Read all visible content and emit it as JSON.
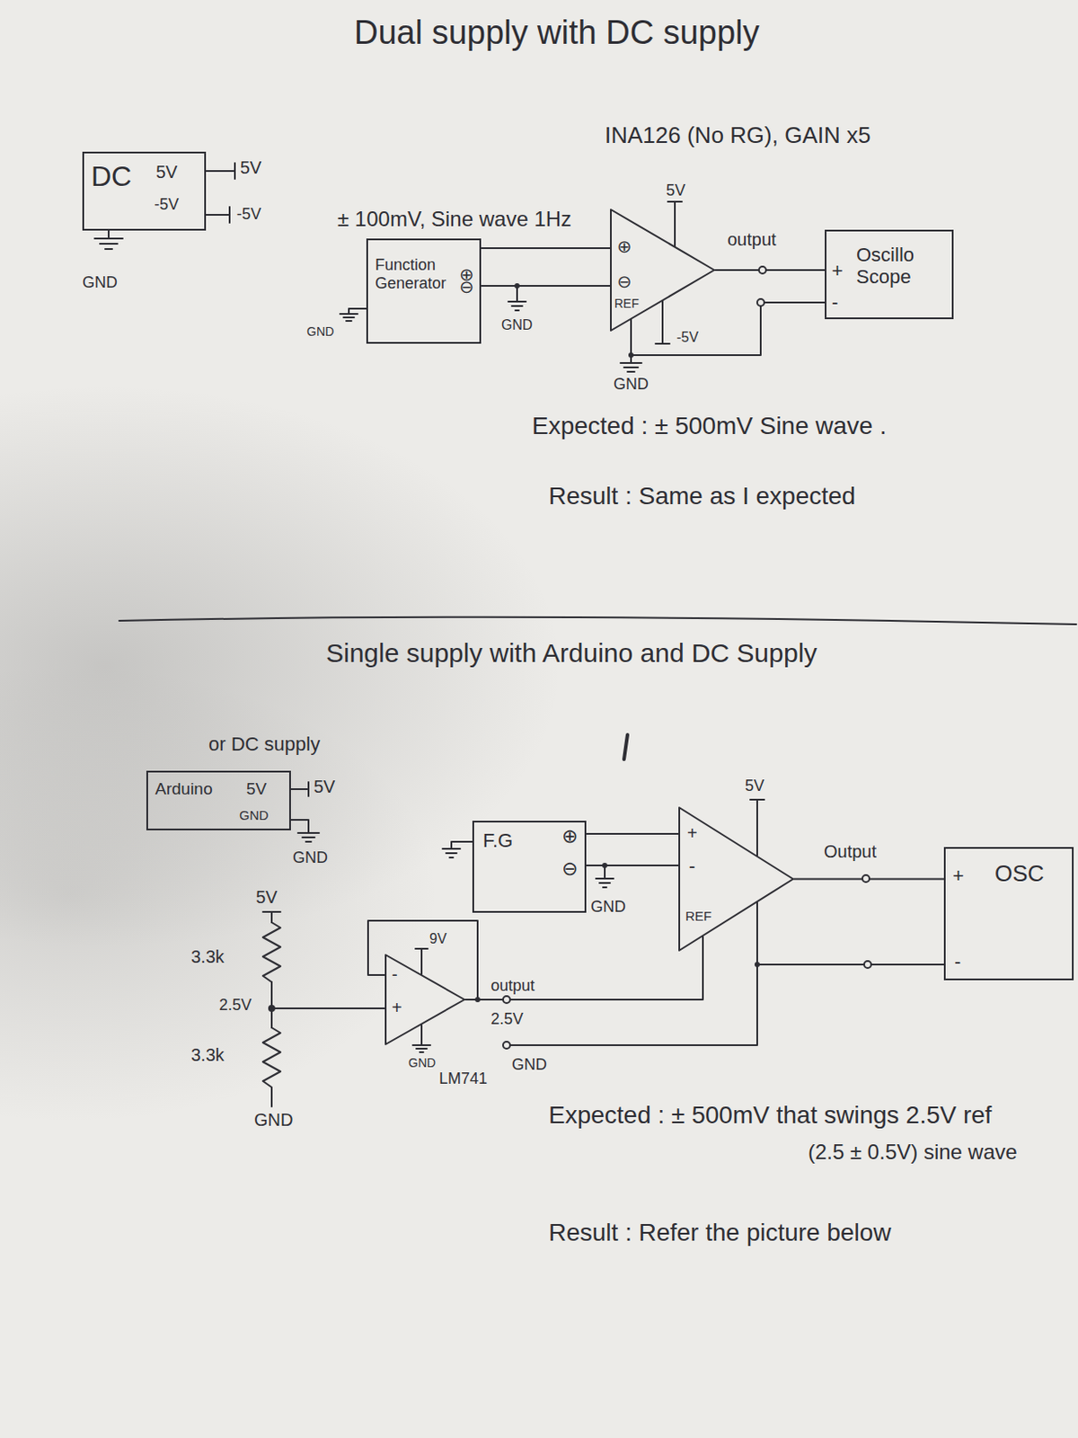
{
  "diagram": {
    "title": "Dual supply with DC supply",
    "nodes": [
      {
        "text": [
          "DC",
          "5V",
          "-5V"
        ]
      },
      {
        "text": [
          "Function Generator",
          "⊕",
          "⊖"
        ]
      },
      {
        "text": [
          "⊕",
          "⊖",
          "REF"
        ]
      },
      {
        "text": [
          "+",
          "-",
          "Oscillo Scope"
        ]
      },
      {
        "text": [
          "Arduino",
          "5V",
          "GND"
        ]
      },
      {
        "text": [
          "F.G",
          "⊕",
          "⊖"
        ]
      },
      {
        "text": [
          "+",
          "-",
          "REF"
        ]
      },
      {
        "text": [
          "+",
          "OSC",
          "-"
        ]
      },
      {
        "text": [
          "-",
          "+",
          "LM741"
        ]
      }
    ],
    "edges": [
      {
        "from": 1,
        "to": 2,
        "arrow": "none"
      },
      {
        "from": 1,
        "to": 2,
        "arrow": "none"
      },
      {
        "from": 2,
        "to": 3,
        "arrow": "none"
      },
      {
        "from": 2,
        "to": 3,
        "arrow": "none"
      },
      {
        "from": 5,
        "to": 6,
        "arrow": "none"
      },
      {
        "from": 5,
        "to": 6,
        "arrow": "none"
      },
      {
        "from": 6,
        "to": 7,
        "arrow": "none"
      },
      {
        "from": 6,
        "to": 7,
        "arrow": "none"
      },
      {
        "from": 8,
        "to": 6,
        "arrow": "none"
      }
    ],
    "labels": [
      "INA126 (No RG), GAIN x5",
      "5V",
      "-5V",
      "GND",
      "± 100mV, Sine wave 1Hz",
      "5V",
      "output",
      "GND",
      "GND",
      "-5V",
      "GND",
      "Expected : ± 500mV Sine wave .",
      "Result : Same as I expected",
      "Single supply with Arduino and DC Supply",
      "or DC supply",
      "5V",
      "GND",
      "5V",
      "Output",
      "GND",
      "5V",
      "3.3k",
      "2.5V",
      "9V",
      "output",
      "3.3k",
      "2.5V",
      "GND",
      "GND",
      "GND",
      "Expected : ± 500mV that swings 2.5V ref",
      "(2.5 ± 0.5V) sine wave",
      "Result : Refer the picture below"
    ]
  }
}
